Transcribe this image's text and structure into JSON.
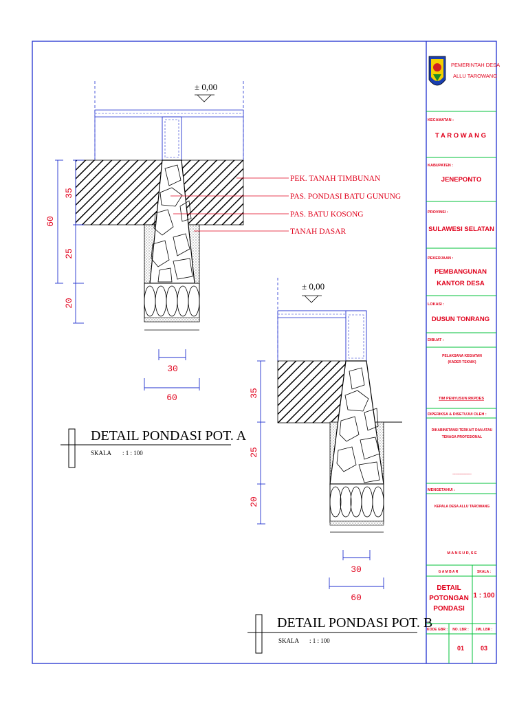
{
  "detail_a": {
    "level": "± 0,00",
    "dim_total": "60",
    "dim_upper": "35",
    "dim_middle": "25",
    "dim_bottom": "20",
    "dim_top_width": "30",
    "dim_bottom_width": "60",
    "labels": [
      "PEK. TANAH TIMBUNAN",
      "PAS. PONDASI BATU GUNUNG",
      "PAS. BATU KOSONG",
      "TANAH DASAR"
    ],
    "title": "DETAIL PONDASI POT. A",
    "scale_label": "SKALA",
    "scale_value": ": 1 : 100"
  },
  "detail_b": {
    "level": "± 0,00",
    "dim_upper": "35",
    "dim_middle": "25",
    "dim_bottom": "20",
    "dim_top_width": "30",
    "dim_bottom_width": "60",
    "title": "DETAIL PONDASI POT. B",
    "scale_label": "SKALA",
    "scale_value": ": 1 : 100"
  },
  "title_block": {
    "org_line1": "PEMERINTAH DESA",
    "org_line2": "ALLU TAROWANG",
    "kecamatan_label": "KECAMATAN :",
    "kecamatan_value": "T A R O W A N G",
    "kabupaten_label": "KABUPATEN :",
    "kabupaten_value": "JENEPONTO",
    "provinsi_label": "PROVINSI :",
    "provinsi_value": "SULAWESI SELATAN",
    "pekerjaan_label": "PEKERJAAN :",
    "pekerjaan_line1": "PEMBANGUNAN",
    "pekerjaan_line2": "KANTOR DESA",
    "lokasi_label": "LOKASI :",
    "lokasi_value": "DUSUN TONRANG",
    "dibuat_label": "DIBUAT :",
    "dibuat_line1": "PELAKSANA KEGIATAN",
    "dibuat_line2": "(KADER TEKNIK)",
    "dibuat_team": "TIM PENYUSUN RKPDES",
    "diperiksa_label": "DIPERIKSA & DISETUJUI OLEH :",
    "diperiksa_line1": "DIKABINSTANSI TERKAIT DAN ATAU",
    "diperiksa_line2": "TENAGA PROFESIONAL",
    "diperiksa_sign": "..................",
    "mengetahui_label": "MENGETAHUI :",
    "mengetahui_line": "KEPALA DESA ALLU TAROWANG",
    "mengetahui_name": "M A N S U R, S E",
    "gambar_label": "G A M B A R",
    "skala_label": "SKALA :",
    "gambar_line1": "DETAIL",
    "gambar_line2": "POTONGAN",
    "gambar_line3": "PONDASI",
    "skala_value": "1 : 100",
    "kode_label": "KODE GBR :",
    "nolbr_label": "NO. LBR :",
    "jmlbr_label": "JML LBR :",
    "nolbr_value": "01",
    "jmlbr_value": "03"
  }
}
